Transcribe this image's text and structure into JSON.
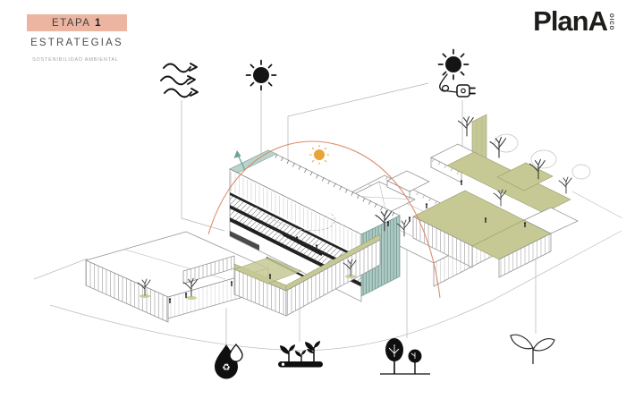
{
  "header": {
    "stage_label": "ETAPA",
    "stage_number": "1",
    "title": "ESTRATEGIAS",
    "subtitle": "SOSTENIBILIDAD AMBIENTAL"
  },
  "logo": {
    "name": "PlanA",
    "vertical_text": "OICO"
  },
  "icons": {
    "recycle_glyph": "♻",
    "labels": {
      "wind": "wind-flow-icon",
      "sun": "sun-icon",
      "solar_power": "solar-energy-plug-icon",
      "water": "water-recycling-drop-icon",
      "planting": "seedlings-soil-icon",
      "trees": "trees-icon",
      "vegetation": "sprout-leaves-icon"
    }
  },
  "colors": {
    "badge_salmon": "#ecb5a2",
    "arc_orange": "#d9855e",
    "sun_orange": "#e9a43c",
    "teal_glass": "#aecbc6",
    "teal_band": "#b9d4cd",
    "olive_green": "#c6c993",
    "line_gray": "#b3b3b3",
    "ink": "#111111"
  }
}
